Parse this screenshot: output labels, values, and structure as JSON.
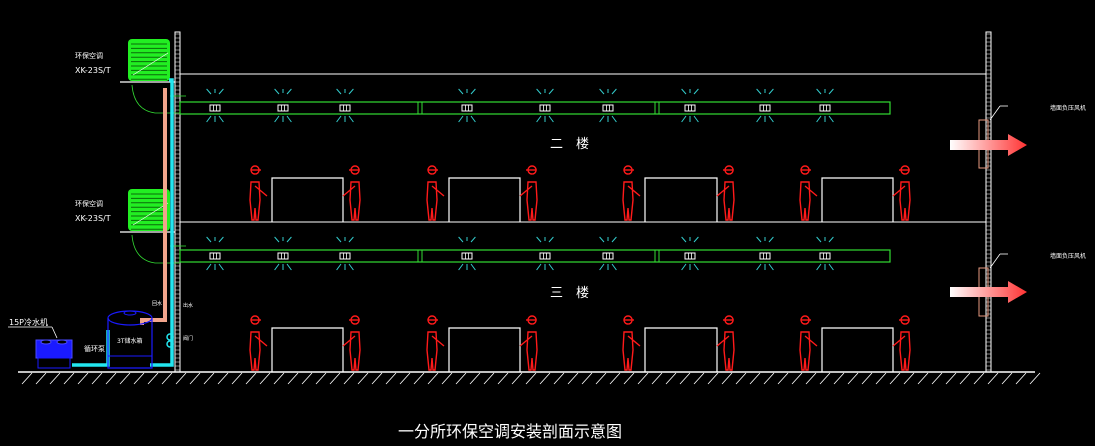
{
  "title": "一分所环保空调安装剖面示意图",
  "floors": [
    {
      "label": "二　楼"
    },
    {
      "label": "三　楼"
    }
  ],
  "ac_units": [
    {
      "name": "环保空调",
      "model": "XK-23S/T"
    },
    {
      "name": "环保空调",
      "model": "XK-23S/T"
    }
  ],
  "exhaust_fans": [
    {
      "label": "墙面负压风机"
    },
    {
      "label": "墙面负压风机"
    }
  ],
  "equipment": {
    "chiller": "15P冷水机",
    "pump_label": "循环泵",
    "tank": "3T储水箱",
    "pipe_labels": [
      "回水",
      "出水",
      "阀门"
    ]
  },
  "colors": {
    "background": "#000000",
    "wall": "#ffffff",
    "duct": "#33dd33",
    "ac_unit": "#22ee22",
    "worker": "#ff1a1a",
    "diffuser": "#33cccc",
    "supply_pipe": "#f2a58c",
    "water_pipe": "#22e6f0",
    "chiller": "#1a1aff",
    "arrow": "#ff3333"
  }
}
